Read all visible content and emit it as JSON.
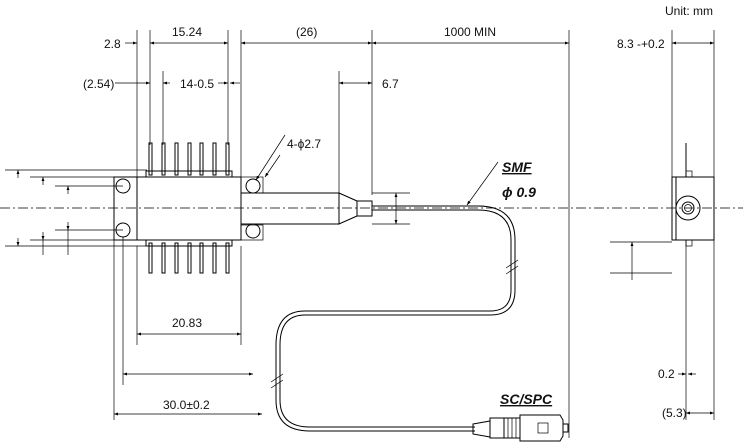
{
  "unit": "Unit: mm",
  "dimensions": {
    "d_2_8": "2.8",
    "d_15_24": "15.24",
    "d_26": "(26)",
    "d_1000": "1000 MIN",
    "d_8_3": "8.3 -+0.2",
    "d_2_54": "(2.54)",
    "d_14_05": "14-0.5",
    "d_6_7": "6.7",
    "d_holes": "4-ϕ2.7",
    "d_20_83": "20.83",
    "d_30": "30.0±0.2",
    "d_0_2": "0.2",
    "d_5_3": "(5.3)"
  },
  "labels": {
    "fiber": "SMF",
    "fiber_diameter": "ϕ 0.9",
    "connector": "SC/SPC"
  }
}
